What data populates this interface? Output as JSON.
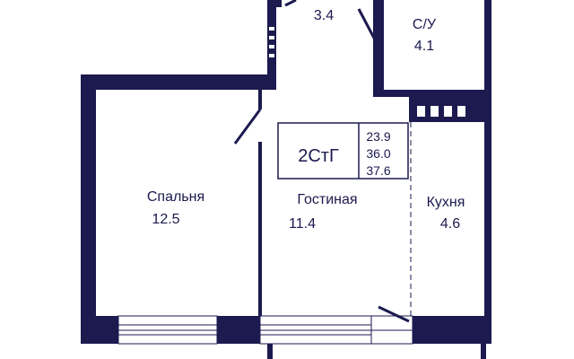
{
  "colors": {
    "wall": "#1c1a4f",
    "background": "#ffffff",
    "text": "#1c1a4f"
  },
  "plan": {
    "type_code": "2СтГ",
    "areas": [
      "23.9",
      "36.0",
      "37.6"
    ],
    "rooms": {
      "corridor": {
        "area": "3.4"
      },
      "bathroom": {
        "name": "С/У",
        "area": "4.1"
      },
      "bedroom": {
        "name": "Спальня",
        "area": "12.5"
      },
      "living": {
        "name": "Гостиная",
        "area": "11.4"
      },
      "kitchen": {
        "name": "Кухня",
        "area": "4.6"
      }
    }
  }
}
